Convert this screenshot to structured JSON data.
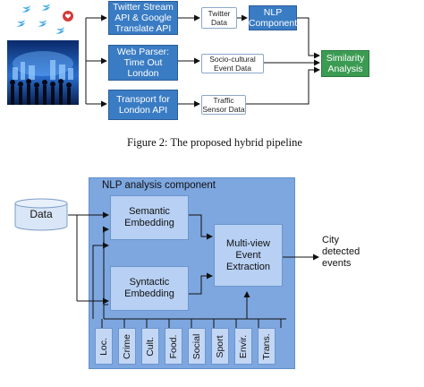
{
  "pipeline": {
    "twitter_api": "Twitter Stream API & Google Translate API",
    "web_parser": "Web Parser: Time Out London",
    "tfl_api": "Transport for London API",
    "twitter_data": "Twitter Data",
    "socio_data": "Socio-cultural Event Data",
    "traffic_data": "Traffic Sensor Data",
    "nlp": "NLP Component",
    "similarity": "Similarity Analysis",
    "caption": "Figure 2: The proposed hybrid pipeline"
  },
  "nlp_figure": {
    "panel_title": "NLP analysis component",
    "data_label": "Data",
    "semantic": "Semantic Embedding",
    "syntactic": "Syntactic Embedding",
    "multiview": "Multi-view Event Extraction",
    "output": "City detected events",
    "categories": [
      "Loc.",
      "Crime",
      "Cult.",
      "Food.",
      "Social",
      "Sport",
      "Envir.",
      "Trans."
    ]
  },
  "colors": {
    "box_blue": "#3a7cc4",
    "box_green": "#3b9b52",
    "panel": "#7ea7e0",
    "inner_box": "#b7d0f3"
  },
  "icons": [
    "twitter-bird-icon",
    "heart-badge-icon",
    "city-business-image"
  ]
}
